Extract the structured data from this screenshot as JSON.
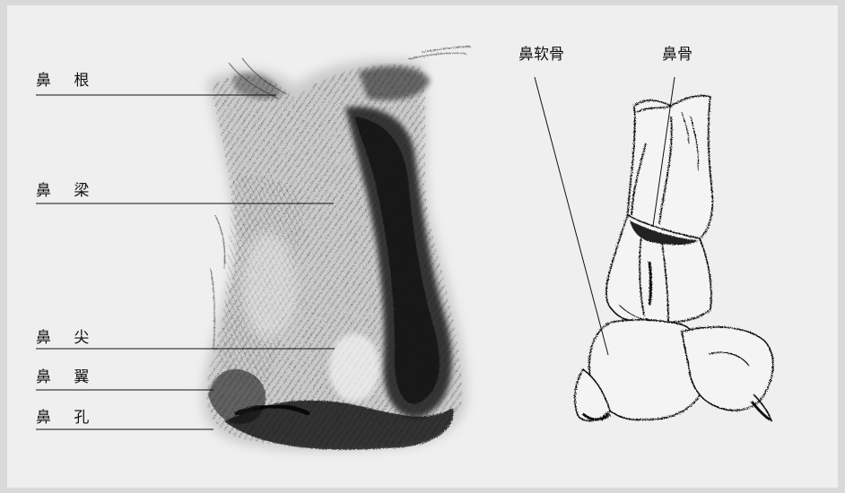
{
  "left_labels": {
    "root": "鼻 根",
    "bridge": "鼻 梁",
    "tip": "鼻 尖",
    "wing": "鼻 翼",
    "nostril": "鼻 孔"
  },
  "right_labels": {
    "cartilage": "鼻软骨",
    "bone": "鼻骨"
  },
  "colors": {
    "outer_background": "#d9d9d9",
    "panel_background": "#efefef",
    "ink": "#111111"
  }
}
